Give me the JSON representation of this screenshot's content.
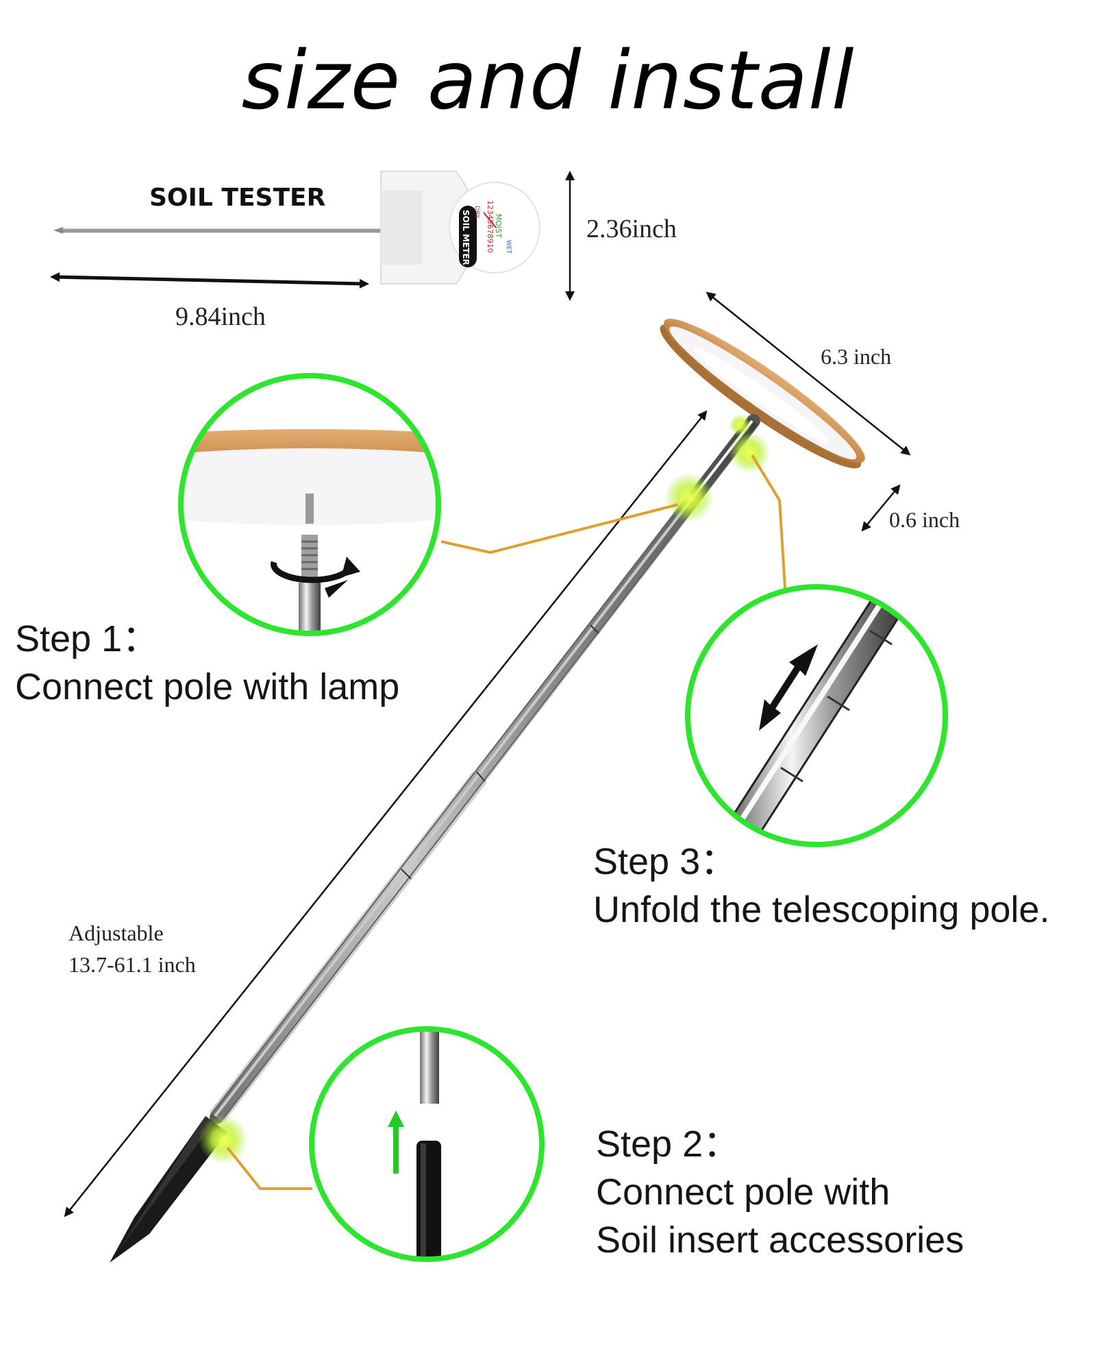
{
  "title": "size and install",
  "tester": {
    "label": "SOIL TESTER",
    "meter_text": "SOIL METER",
    "dial": {
      "scale": "12345678910",
      "dry": "DRY",
      "moist": "MOIST",
      "wet": "WET"
    }
  },
  "dimensions": {
    "tester_height": "2.36inch",
    "tester_length": "9.84inch",
    "lamp_diameter": "6.3 inch",
    "lamp_thickness": "0.6 inch",
    "pole_length_line1": "Adjustable",
    "pole_length_line2": "13.7-61.1 inch"
  },
  "steps": [
    {
      "title": "Step 1：",
      "text": "Connect pole with lamp"
    },
    {
      "title": "Step 3：",
      "text": "Unfold the telescoping pole."
    },
    {
      "title": "Step 2：",
      "text1": "Connect pole with",
      "text2": "Soil insert accessories"
    }
  ],
  "colors": {
    "highlight_ring": "#2ee52e",
    "glow": "#c8f53a",
    "leader": "#e0a030",
    "wood": "#c88a4a",
    "pole": "#b8b8b8",
    "tip": "#1a1a1a",
    "arrow_up": "#22cc22"
  },
  "icons": [
    "rotate-arrow-icon",
    "double-arrow-icon",
    "up-arrow-icon",
    "dimension-arrow-icon"
  ]
}
